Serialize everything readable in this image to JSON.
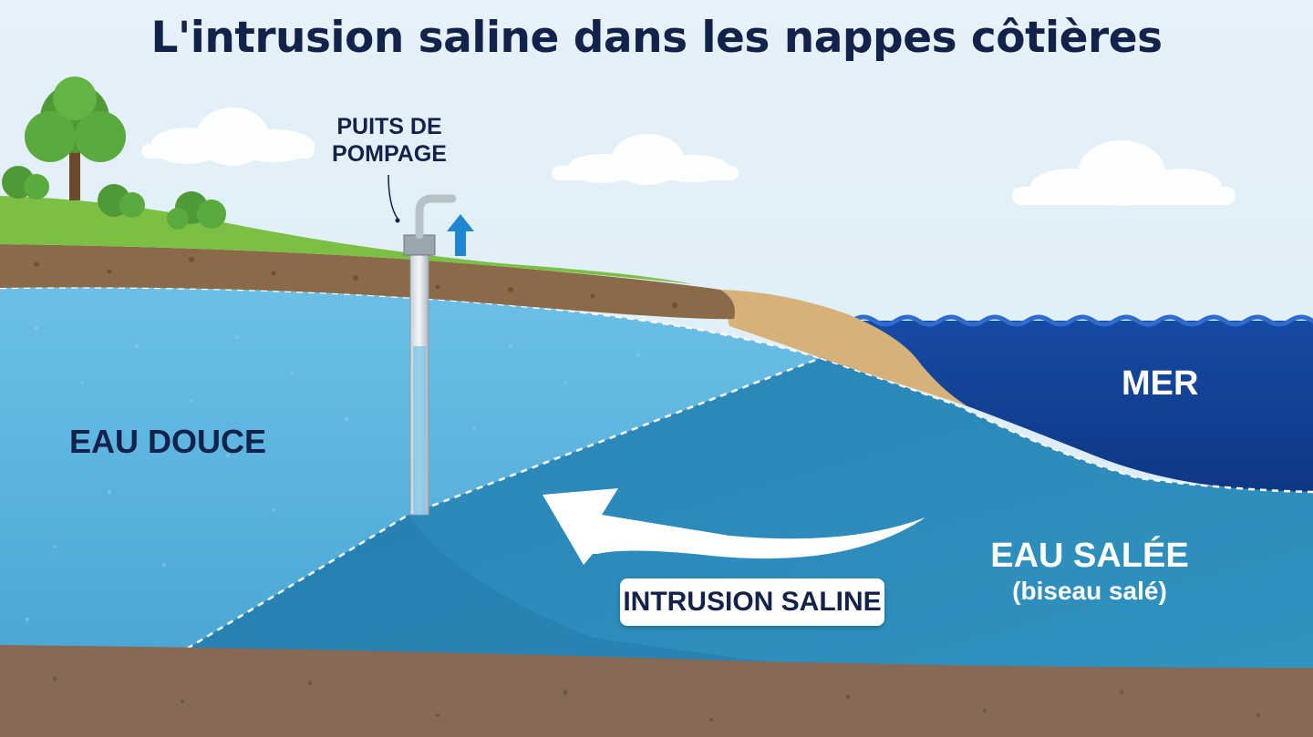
{
  "title": "L'intrusion saline dans les nappes côtières",
  "labels": {
    "well_line1": "PUITS DE",
    "well_line2": "POMPAGE",
    "fresh_water": "EAU DOUCE",
    "sea": "MER",
    "salt_water": "EAU SALÉE",
    "salt_wedge": "(biseau salé)",
    "intrusion": "INTRUSION SALINE"
  },
  "colors": {
    "sky": "#e8f2f9",
    "grass": "#7cbf45",
    "soil": "#8b6a4a",
    "sand": "#d6b27a",
    "fresh_water": "#5cb2dd",
    "salt_water": "#2e8cbb",
    "sea": "#123e94",
    "bedrock": "#866a56",
    "title_text": "#12224a",
    "arrow_up": "#1f86d0"
  },
  "icons": [
    "tree-icon",
    "bush-icon",
    "cloud-icon",
    "well-pipe-icon",
    "up-arrow-icon",
    "intrusion-arrow-icon"
  ]
}
